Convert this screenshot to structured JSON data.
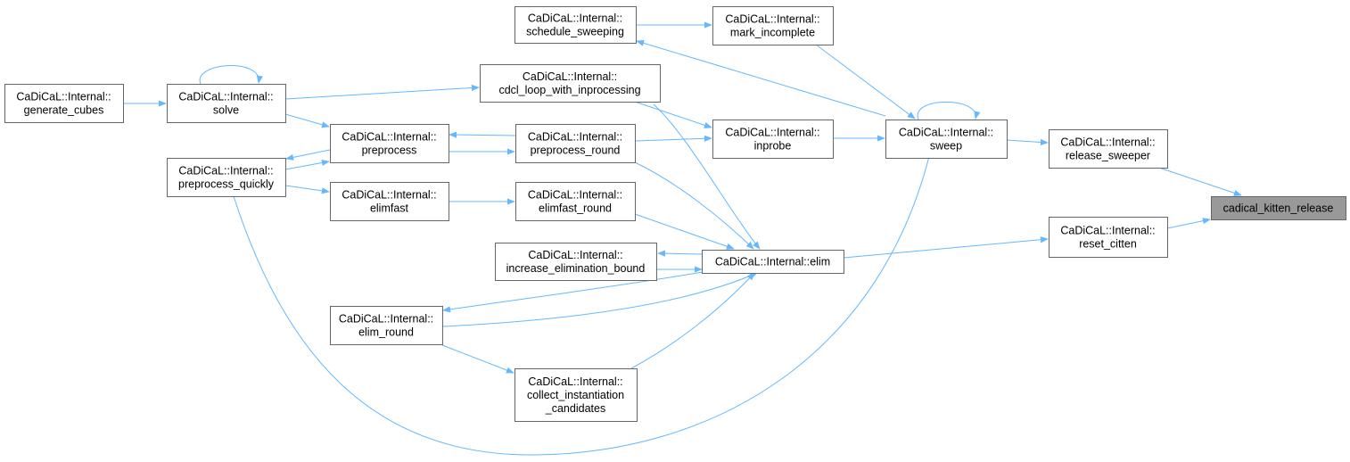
{
  "graph": {
    "colors": {
      "edge": "#63b8ff",
      "node_border": "#666666",
      "highlight_fill": "#999999"
    },
    "nodes": {
      "generate_cubes": [
        "CaDiCaL::Internal::",
        "generate_cubes"
      ],
      "solve": [
        "CaDiCaL::Internal::",
        "solve"
      ],
      "schedule_sweeping": [
        "CaDiCaL::Internal::",
        "schedule_sweeping"
      ],
      "mark_incomplete": [
        "CaDiCaL::Internal::",
        "mark_incomplete"
      ],
      "cdcl_loop": [
        "CaDiCaL::Internal::",
        "cdcl_loop_with_inprocessing"
      ],
      "preprocess": [
        "CaDiCaL::Internal::",
        "preprocess"
      ],
      "preprocess_quickly": [
        "CaDiCaL::Internal::",
        "preprocess_quickly"
      ],
      "preprocess_round": [
        "CaDiCaL::Internal::",
        "preprocess_round"
      ],
      "inprobe": [
        "CaDiCaL::Internal::",
        "inprobe"
      ],
      "sweep": [
        "CaDiCaL::Internal::",
        "sweep"
      ],
      "release_sweeper": [
        "CaDiCaL::Internal::",
        "release_sweeper"
      ],
      "cadical_kitten_release": [
        "cadical_kitten_release"
      ],
      "reset_citten": [
        "CaDiCaL::Internal::",
        "reset_citten"
      ],
      "elimfast": [
        "CaDiCaL::Internal::",
        "elimfast"
      ],
      "elimfast_round": [
        "CaDiCaL::Internal::",
        "elimfast_round"
      ],
      "increase_elimination_bound": [
        "CaDiCaL::Internal::",
        "increase_elimination_bound"
      ],
      "elim": [
        "CaDiCaL::Internal::elim"
      ],
      "elim_round": [
        "CaDiCaL::Internal::",
        "elim_round"
      ],
      "collect_instantiation_candidates": [
        "CaDiCaL::Internal::",
        "collect_instantiation",
        "_candidates"
      ]
    }
  }
}
